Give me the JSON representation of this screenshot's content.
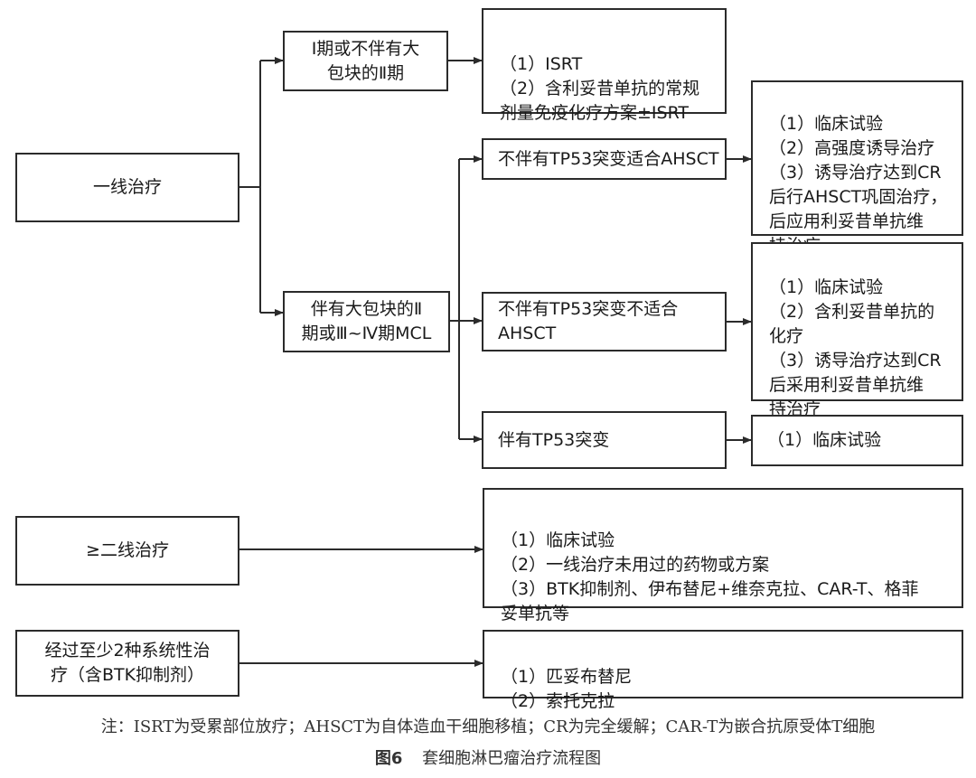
{
  "nodes": {
    "first_line": "一线治疗",
    "stage_early": "Ⅰ期或不伴有大\n包块的Ⅱ期",
    "early_plan": "（1）ISRT\n（2）含利妥昔单抗的常规\n剂量免疫化疗方案±ISRT",
    "stage_advanced": "伴有大包块的Ⅱ\n期或Ⅲ~Ⅳ期MCL",
    "no_tp53_fit": "不伴有TP53突变适合AHSCT",
    "no_tp53_fit_plan": "（1）临床试验\n（2）高强度诱导治疗\n（3）诱导治疗达到CR\n后行AHSCT巩固治疗，\n后应用利妥昔单抗维\n持治疗",
    "no_tp53_unfit": "不伴有TP53突变不适合\nAHSCT",
    "no_tp53_unfit_plan": "（1）临床试验\n（2）含利妥昔单抗的\n化疗\n（3）诱导治疗达到CR\n后采用利妥昔单抗维\n持治疗",
    "tp53": "伴有TP53突变",
    "tp53_plan": "（1）临床试验",
    "second_line": "≥二线治疗",
    "second_line_plan": "（1）临床试验\n（2）一线治疗未用过的药物或方案\n（3）BTK抑制剂、伊布替尼+维奈克拉、CAR-T、格菲\n妥单抗等",
    "after_two": "经过至少2种系统性治\n疗（含BTK抑制剂）",
    "after_two_plan": "（1）匹妥布替尼\n（2）索托克拉"
  },
  "note": "注：ISRT为受累部位放疗；AHSCT为自体造血干细胞移植；CR为完全缓解；CAR-T为嵌合抗原受体T细胞",
  "caption": {
    "number": "图6",
    "title": "套细胞淋巴瘤治疗流程图"
  },
  "colors": {
    "line": "#2b2b2b",
    "text": "#1a1a1a",
    "caption": "#333333"
  }
}
